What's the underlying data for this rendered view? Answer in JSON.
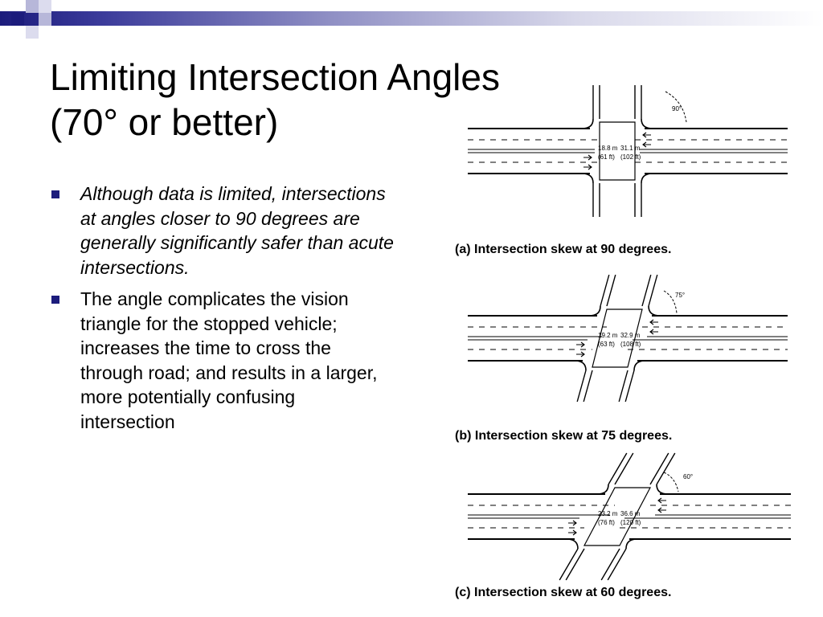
{
  "slide": {
    "title_line1": "Limiting Intersection Angles",
    "title_line2": "(70° or better)",
    "bullets": [
      {
        "text": "Although data is limited, intersections at angles closer to 90 degrees are generally significantly safer than acute intersections.",
        "italic": true
      },
      {
        "text": "The angle complicates the vision triangle for the stopped vehicle; increases the time to cross the through road; and results in a larger, more potentially confusing intersection",
        "italic": false
      }
    ]
  },
  "diagrams": [
    {
      "angle_label": "90°",
      "dim1_m": "18.8 m",
      "dim1_ft": "(61 ft)",
      "dim2_m": "31.1 m",
      "dim2_ft": "(102 ft)",
      "caption": "(a) Intersection skew at 90 degrees."
    },
    {
      "angle_label": "75°",
      "dim1_m": "19.2 m",
      "dim1_ft": "(63 ft)",
      "dim2_m": "32.9 m",
      "dim2_ft": "(108 ft)",
      "caption": "(b) Intersection skew at 75 degrees."
    },
    {
      "angle_label": "60°",
      "dim1_m": "23.2 m",
      "dim1_ft": "(76 ft)",
      "dim2_m": "36.6 m",
      "dim2_ft": "(120 ft)",
      "caption": "(c) Intersection skew at 60 degrees."
    }
  ],
  "colors": {
    "accent": "#1c1c7c"
  }
}
